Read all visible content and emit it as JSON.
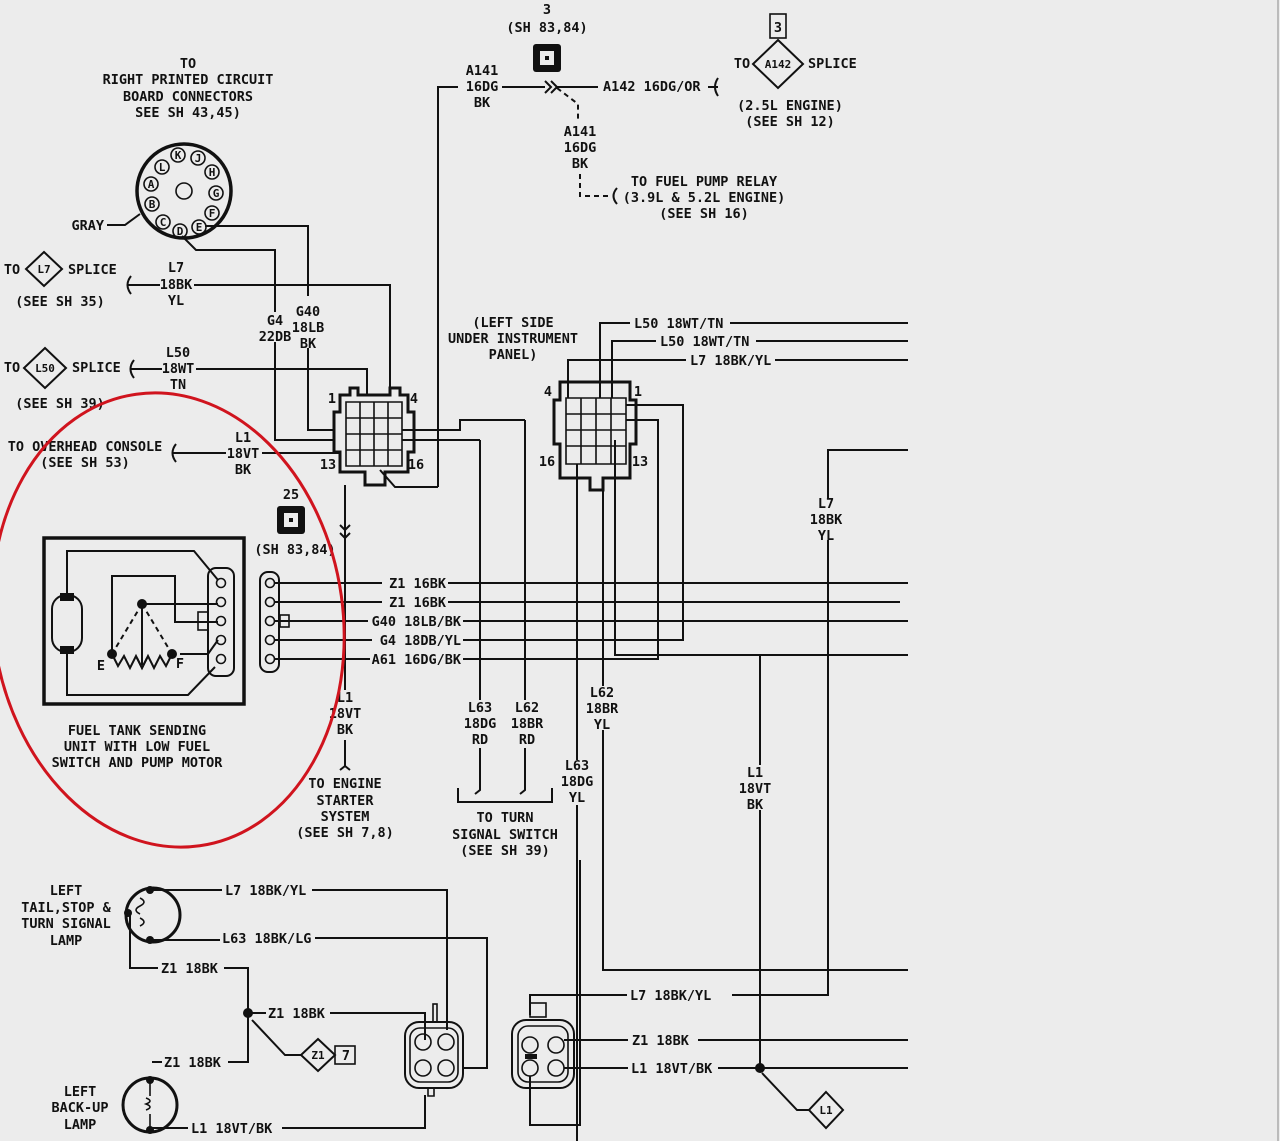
{
  "colors": {
    "background": "#ececec",
    "ink": "#111111",
    "highlight_circle": "#d0141e"
  },
  "top": {
    "connector3": {
      "number": "3",
      "sheet": "(SH 83,84)"
    },
    "a141_in": [
      "A141",
      "16DG",
      "BK"
    ],
    "a142_wire": "A142 16DG/OR",
    "a142_splice": {
      "to": "TO",
      "splice_id": "A142",
      "splice": "SPLICE",
      "box": "3",
      "note": [
        "(2.5L ENGINE)",
        "(SEE SH 12)"
      ]
    },
    "a141_down": [
      "A141",
      "16DG",
      "BK"
    ],
    "fuel_pump_relay": [
      "TO FUEL PUMP RELAY",
      "(3.9L & 5.2L ENGINE)",
      "(SEE SH 16)"
    ]
  },
  "pcb": {
    "title": [
      "TO",
      "RIGHT PRINTED CIRCUIT",
      "BOARD CONNECTORS",
      "SEE SH 43,45)"
    ],
    "gray": "GRAY",
    "pins": [
      "K",
      "J",
      "H",
      "G",
      "F",
      "E",
      "D",
      "C",
      "B",
      "A",
      "L"
    ]
  },
  "left": {
    "l7_splice": {
      "to": "TO",
      "id": "L7",
      "splice": "SPLICE",
      "see": "(SEE SH 35)",
      "wire": [
        "L7",
        "18BK",
        "YL"
      ]
    },
    "l50_splice": {
      "to": "TO",
      "id": "L50",
      "splice": "SPLICE",
      "see": "(SEE SH 39)",
      "wire": [
        "L50",
        "18WT",
        "TN"
      ]
    },
    "overhead": {
      "label": [
        "TO OVERHEAD CONSOLE",
        "(SEE SH 53)"
      ],
      "wire": [
        "L1",
        "18VT",
        "BK"
      ]
    },
    "g4": [
      "G4",
      "22DB"
    ],
    "g40": [
      "G40",
      "18LB",
      "BK"
    ]
  },
  "connector_left": {
    "pins": [
      "1",
      "4",
      "13",
      "16"
    ]
  },
  "connector_right": {
    "pins": [
      "4",
      "1",
      "16",
      "13"
    ],
    "location": [
      "(LEFT SIDE",
      "UNDER INSTRUMENT",
      "PANEL)"
    ]
  },
  "right_wires": {
    "l50a": "L50 18WT/TN",
    "l50b": "L50 18WT/TN",
    "l7": "L7 18BK/YL",
    "l7_vert": [
      "L7",
      "18BK",
      "YL"
    ],
    "l1_vert": [
      "L1",
      "18VT",
      "BK"
    ]
  },
  "sending_unit": {
    "connector25": {
      "number": "25",
      "sheet": "(SH 83,84)"
    },
    "label": [
      "FUEL TANK SENDING",
      "UNIT WITH LOW FUEL",
      "SWITCH AND PUMP MOTOR"
    ],
    "e": "E",
    "f": "F",
    "wires": [
      "Z1 16BK",
      "Z1 16BK",
      "G40 18LB/BK",
      "G4 18DB/YL",
      "A61 16DG/BK"
    ]
  },
  "starter": {
    "wire": [
      "L1",
      "18VT",
      "BK"
    ],
    "label": [
      "TO ENGINE",
      "STARTER",
      "SYSTEM",
      "(SEE SH 7,8)"
    ]
  },
  "turn_signal": {
    "l63": [
      "L63",
      "18DG",
      "RD"
    ],
    "l62": [
      "L62",
      "18BR",
      "RD"
    ],
    "label": [
      "TO TURN",
      "SIGNAL SWITCH",
      "(SEE SH 39)"
    ]
  },
  "mid_wires": {
    "l62": [
      "L62",
      "18BR",
      "YL"
    ],
    "l63": [
      "L63",
      "18DG",
      "YL"
    ]
  },
  "bottom": {
    "tail_lamp": [
      "LEFT",
      "TAIL,STOP &",
      "TURN SIGNAL",
      "LAMP"
    ],
    "backup_lamp": [
      "LEFT",
      "BACK-UP",
      "LAMP"
    ],
    "l7": "L7 18BK/YL",
    "l63": "L63 18BK/LG",
    "z1_a": "Z1 18BK",
    "z1_b": "Z1 18BK",
    "z1_c": "Z1 18BK",
    "l1": "L1 18VT/BK",
    "z1_splice": {
      "id": "Z1",
      "box": "7"
    },
    "r_l7": "L7 18BK/YL",
    "r_z1": "Z1 18BK",
    "r_l1": "L1 18VT/BK",
    "l1_splice": "L1"
  }
}
